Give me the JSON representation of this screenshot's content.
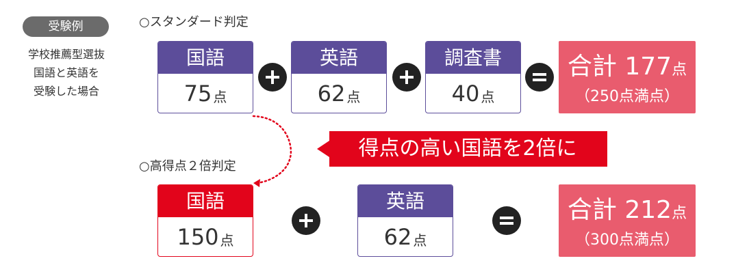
{
  "example": {
    "badge": "受験例",
    "desc_lines": [
      "学校推薦型選抜",
      "国語と英語を",
      "受験した場合"
    ]
  },
  "standard": {
    "title": "○スタンダード判定",
    "subjects": [
      {
        "name": "国語",
        "score": "75",
        "unit": "点"
      },
      {
        "name": "英語",
        "score": "62",
        "unit": "点"
      },
      {
        "name": "調査書",
        "score": "40",
        "unit": "点"
      }
    ],
    "total_label": "合計 177",
    "total_unit": "点",
    "total_max": "（250点満点）"
  },
  "callout": {
    "text": "得点の高い国語を2倍に"
  },
  "highscore": {
    "title": "○高得点２倍判定",
    "subjects": [
      {
        "name": "国語",
        "score": "150",
        "unit": "点"
      },
      {
        "name": "英語",
        "score": "62",
        "unit": "点"
      }
    ],
    "total_label": "合計 212",
    "total_unit": "点",
    "total_max": "（300点満点）"
  },
  "colors": {
    "purple": "#5c4d9a",
    "red": "#e2041b",
    "pink": "#e95c6e",
    "dark": "#222222"
  },
  "icons": [
    "plus-icon",
    "equals-icon",
    "dotted-arrow-icon"
  ]
}
